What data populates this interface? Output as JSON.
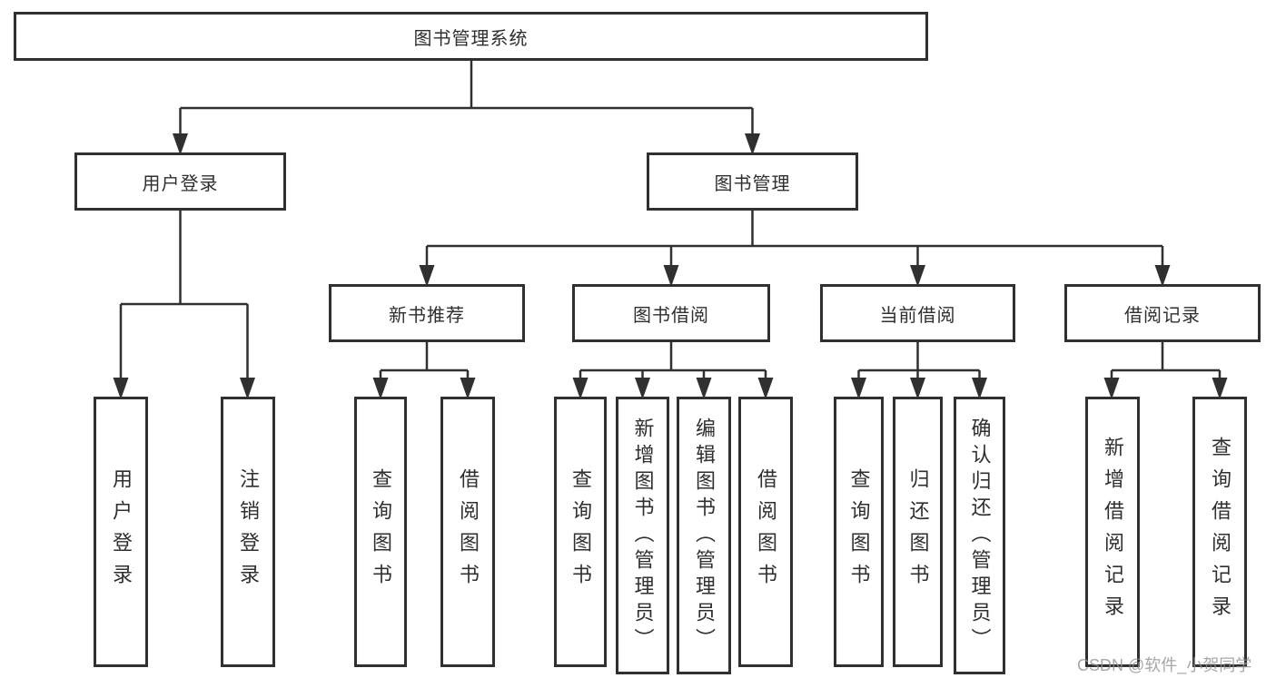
{
  "tree": {
    "label": "图书管理系统",
    "children": [
      {
        "label": "用户登录",
        "children": [
          {
            "label": "用户登录"
          },
          {
            "label": "注销登录"
          }
        ]
      },
      {
        "label": "图书管理",
        "children": [
          {
            "label": "新书推荐",
            "children": [
              {
                "label": "查询图书"
              },
              {
                "label": "借阅图书"
              }
            ]
          },
          {
            "label": "图书借阅",
            "children": [
              {
                "label": "查询图书"
              },
              {
                "label": "新增图书（管理员）"
              },
              {
                "label": "编辑图书（管理员）"
              },
              {
                "label": "借阅图书"
              }
            ]
          },
          {
            "label": "当前借阅",
            "children": [
              {
                "label": "查询图书"
              },
              {
                "label": "归还图书"
              },
              {
                "label": "确认归还（管理员）"
              }
            ]
          },
          {
            "label": "借阅记录",
            "children": [
              {
                "label": "新增借阅记录"
              },
              {
                "label": "查询借阅记录"
              }
            ]
          }
        ]
      }
    ]
  },
  "watermark": {
    "text": "CSDN @软件_小贺同学"
  },
  "colors": {
    "background": "#ffffff",
    "line": "#303030",
    "box_border": "#303030",
    "text": "#2f2f2f",
    "watermark": "#919191"
  }
}
